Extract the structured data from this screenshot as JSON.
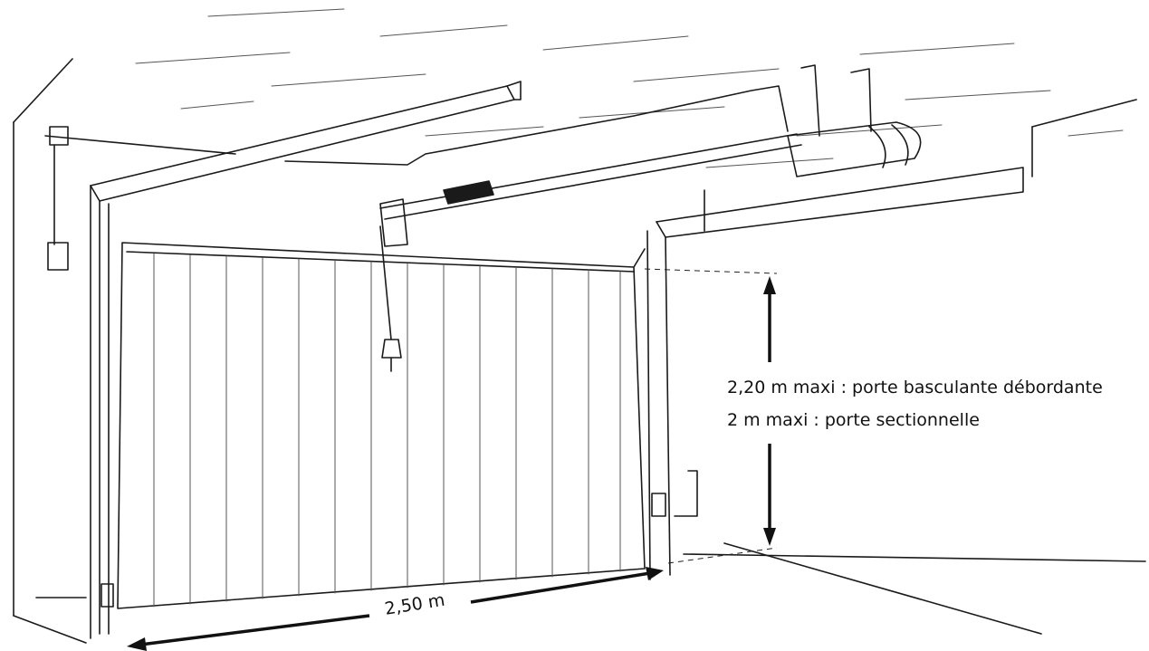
{
  "labels": {
    "height_line_1": "2,20 m maxi : porte basculante débordante",
    "height_line_2": "2 m maxi : porte sectionnelle",
    "width": "2,50 m"
  },
  "colors": {
    "ink": "#1a1a1a",
    "background": "#ffffff"
  }
}
